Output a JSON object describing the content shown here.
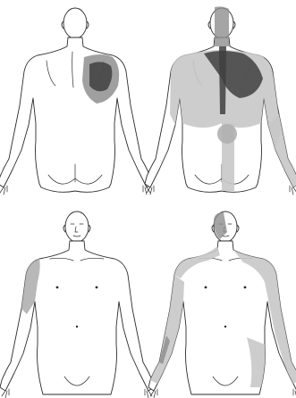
{
  "figure": {
    "panels": [
      {
        "view": "back",
        "pain": "localized-shoulder-blade"
      },
      {
        "view": "back",
        "pain": "referred-back-and-arm"
      },
      {
        "view": "front",
        "pain": "localized-shoulder-upper-arm"
      },
      {
        "view": "front",
        "pain": "referred-neck-shoulder-arm"
      }
    ],
    "colors": {
      "light_shade": "#c8c8c8",
      "mid_shade": "#8f8f8f",
      "dark_shade": "#3f3f3f",
      "outline": "#2b2b2b",
      "background": "#ffffff"
    }
  }
}
